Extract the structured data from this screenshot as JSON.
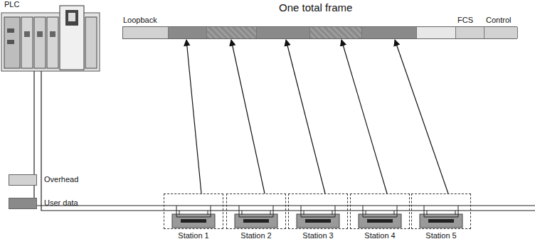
{
  "diagram": {
    "title": "One total frame",
    "nodes": [
      {
        "text": [
          "Loopback",
          "FCS",
          "Control"
        ]
      },
      {
        "text": [
          "Station 1"
        ]
      },
      {
        "text": [
          "Station 2"
        ]
      },
      {
        "text": [
          "Station 3"
        ]
      },
      {
        "text": [
          "Station 4"
        ]
      },
      {
        "text": [
          "Station 5"
        ]
      }
    ],
    "edges": [
      {
        "from": 1,
        "to": 0,
        "arrow": "to"
      },
      {
        "from": 2,
        "to": 0,
        "arrow": "to"
      },
      {
        "from": 3,
        "to": 0,
        "arrow": "to"
      },
      {
        "from": 4,
        "to": 0,
        "arrow": "to"
      },
      {
        "from": 5,
        "to": 0,
        "arrow": "to"
      }
    ],
    "labels": [
      "PLC"
    ],
    "legend": [
      {
        "text": "Overhead",
        "color": "#d2d2d2"
      },
      {
        "text": "User data",
        "color": "#8a8a8a"
      }
    ]
  }
}
